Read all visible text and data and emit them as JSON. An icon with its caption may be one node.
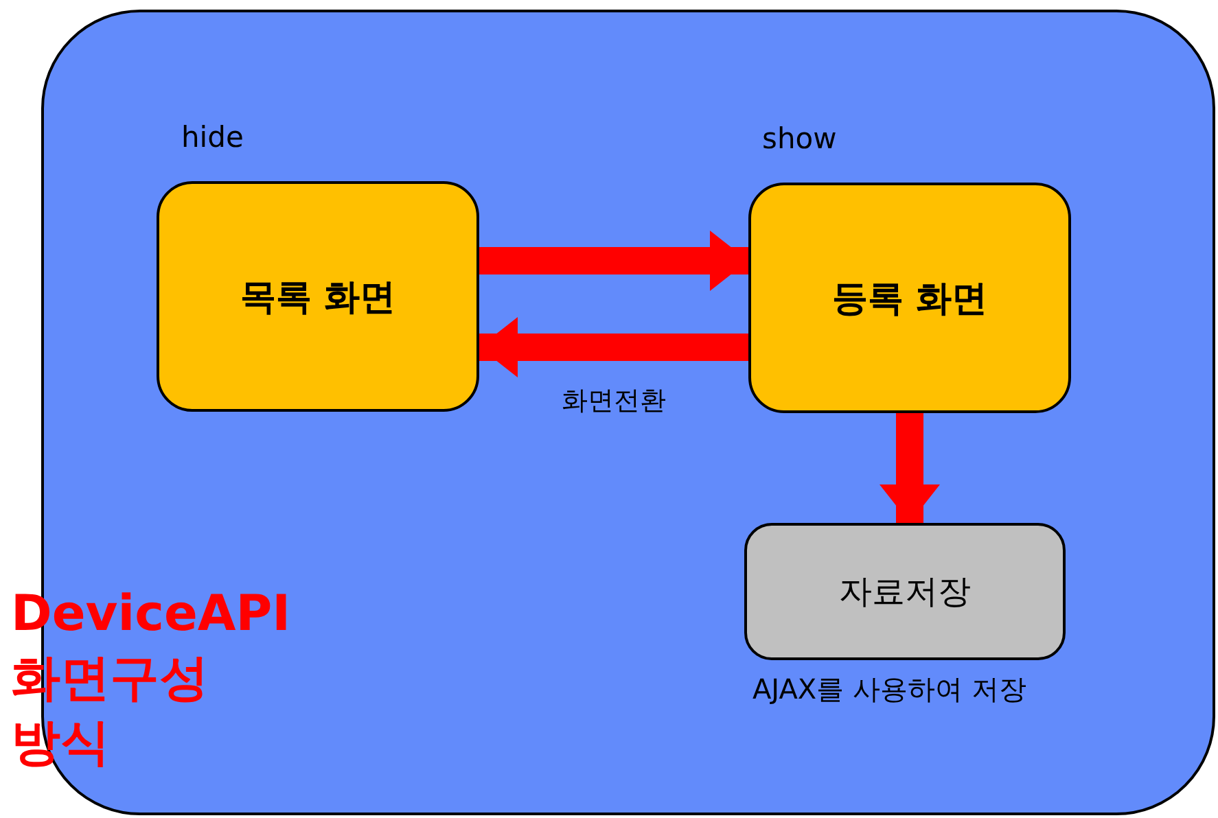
{
  "diagram": {
    "title": "DeviceAPI 화면구성 방식",
    "nodes": [
      {
        "text": [],
        "shape": "box"
      },
      {
        "text": [
          "목록 화면"
        ],
        "in": 0,
        "beside": [
          "hide"
        ]
      },
      {
        "text": [
          "등록 화면"
        ],
        "in": 0,
        "beside": [
          "show"
        ]
      },
      {
        "text": [
          "자료저장"
        ],
        "in": 0,
        "beside": [
          "AJAX를 사용하여 저장"
        ]
      }
    ],
    "edges": [
      {
        "from": 1,
        "to": 2,
        "arrow": "to"
      },
      {
        "from": 2,
        "to": 1,
        "arrow": "to",
        "label": "화면전환"
      },
      {
        "from": 2,
        "to": 3,
        "arrow": "to"
      }
    ]
  }
}
